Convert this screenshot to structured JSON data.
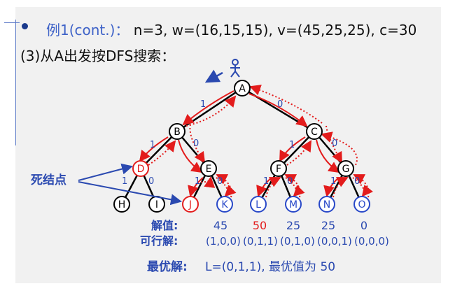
{
  "title": {
    "label": "例1(cont.)：",
    "params": "n=3, w=(16,15,15), v=(45,25,25), c=30"
  },
  "subtitle": "(3)从A出发按DFS搜索：",
  "dead_node_label": "死结点",
  "nodes": {
    "A": "A",
    "B": "B",
    "C": "C",
    "D": "D",
    "E": "E",
    "F": "F",
    "G": "G",
    "H": "H",
    "I": "I",
    "J": "J",
    "K": "K",
    "L": "L",
    "M": "M",
    "N": "N",
    "O": "O"
  },
  "edge_labels": {
    "one": "1",
    "zero": "0"
  },
  "values_label": "解值:",
  "values": [
    "45",
    "50",
    "25",
    "25",
    "0"
  ],
  "feasible_label": "可行解:",
  "feasible": [
    "(1,0,0)",
    "(0,1,1)",
    "(0,1,0)",
    "(0,0,1)",
    "(0,0,0)"
  ],
  "optimal_label": "最优解:",
  "optimal_text": "L=(0,1,1), 最优值为 50",
  "colors": {
    "tree": "#000000",
    "search": "#e31c1c",
    "leaf": "#2848c8",
    "annotation": "#2a49b0"
  }
}
